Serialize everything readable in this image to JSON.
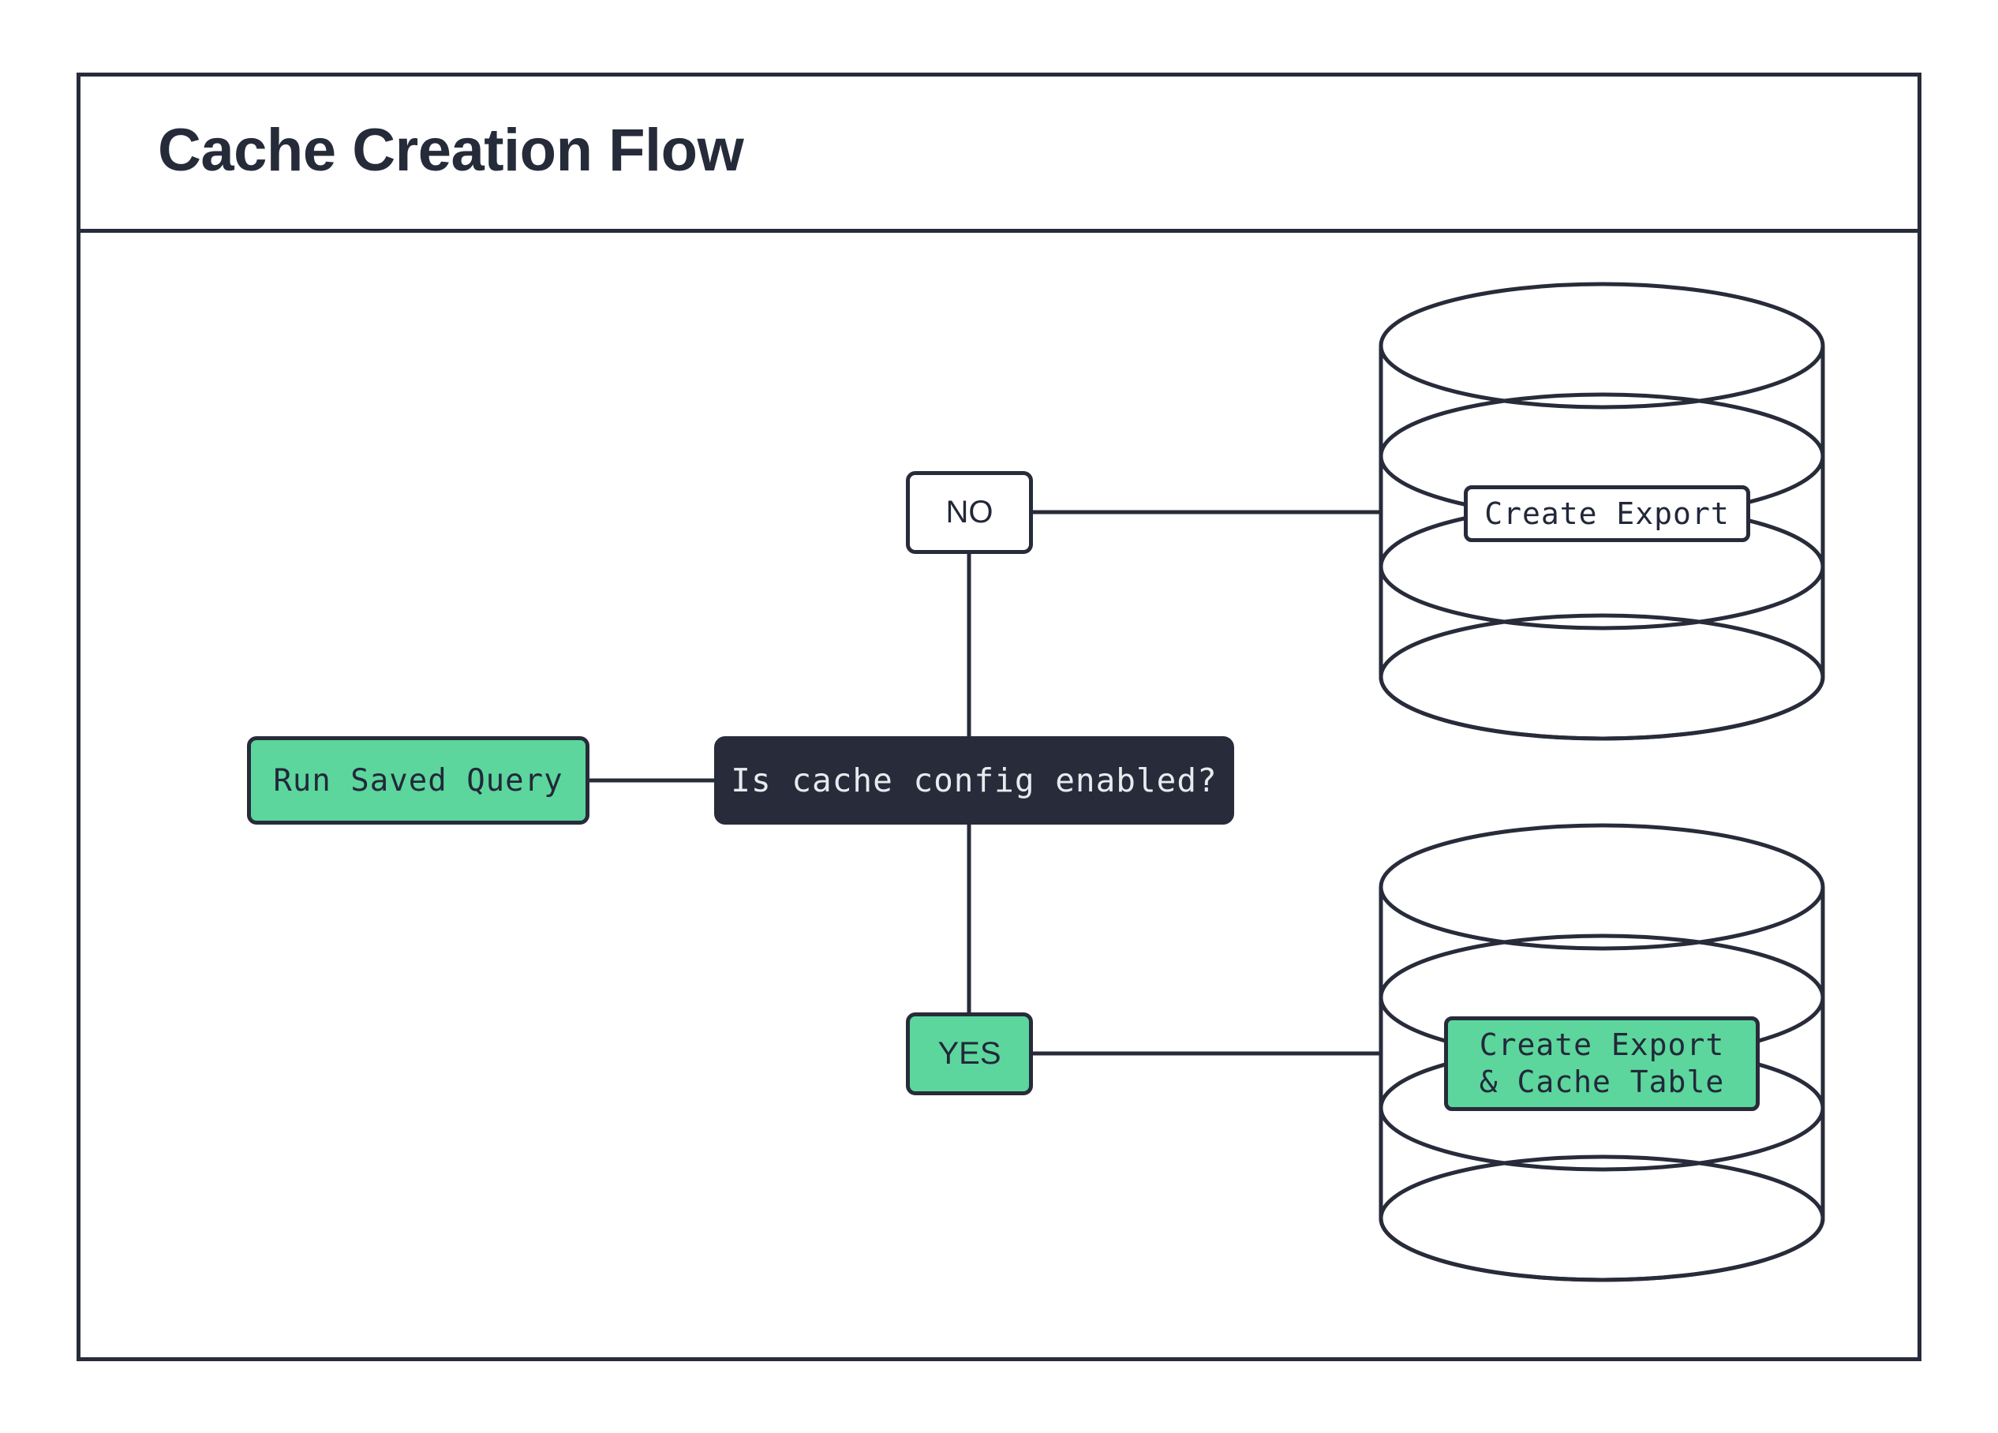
{
  "diagram": {
    "title": "Cache Creation Flow",
    "accent_green": "#5cd69c",
    "ink": "#272b3a",
    "surface": "#ffffff"
  },
  "nodes": {
    "start": {
      "label": "Run Saved Query",
      "shape": "rounded-rect",
      "fill": "green"
    },
    "decision": {
      "label": "Is cache config enabled?",
      "shape": "rounded-rect",
      "fill": "dark"
    },
    "branch_no": {
      "label": "NO",
      "shape": "rounded-rect",
      "fill": "white"
    },
    "branch_yes": {
      "label": "YES",
      "shape": "rounded-rect",
      "fill": "green"
    },
    "db_top": {
      "label": "Create Export",
      "shape": "database-cylinder",
      "fill": "white"
    },
    "db_bottom": {
      "label": "Create Export\n& Cache Table",
      "shape": "database-cylinder",
      "fill": "green"
    }
  },
  "edges": [
    {
      "from": "start",
      "to": "decision"
    },
    {
      "from": "decision",
      "to": "branch_no"
    },
    {
      "from": "decision",
      "to": "branch_yes"
    },
    {
      "from": "branch_no",
      "to": "db_top"
    },
    {
      "from": "branch_yes",
      "to": "db_bottom"
    }
  ]
}
